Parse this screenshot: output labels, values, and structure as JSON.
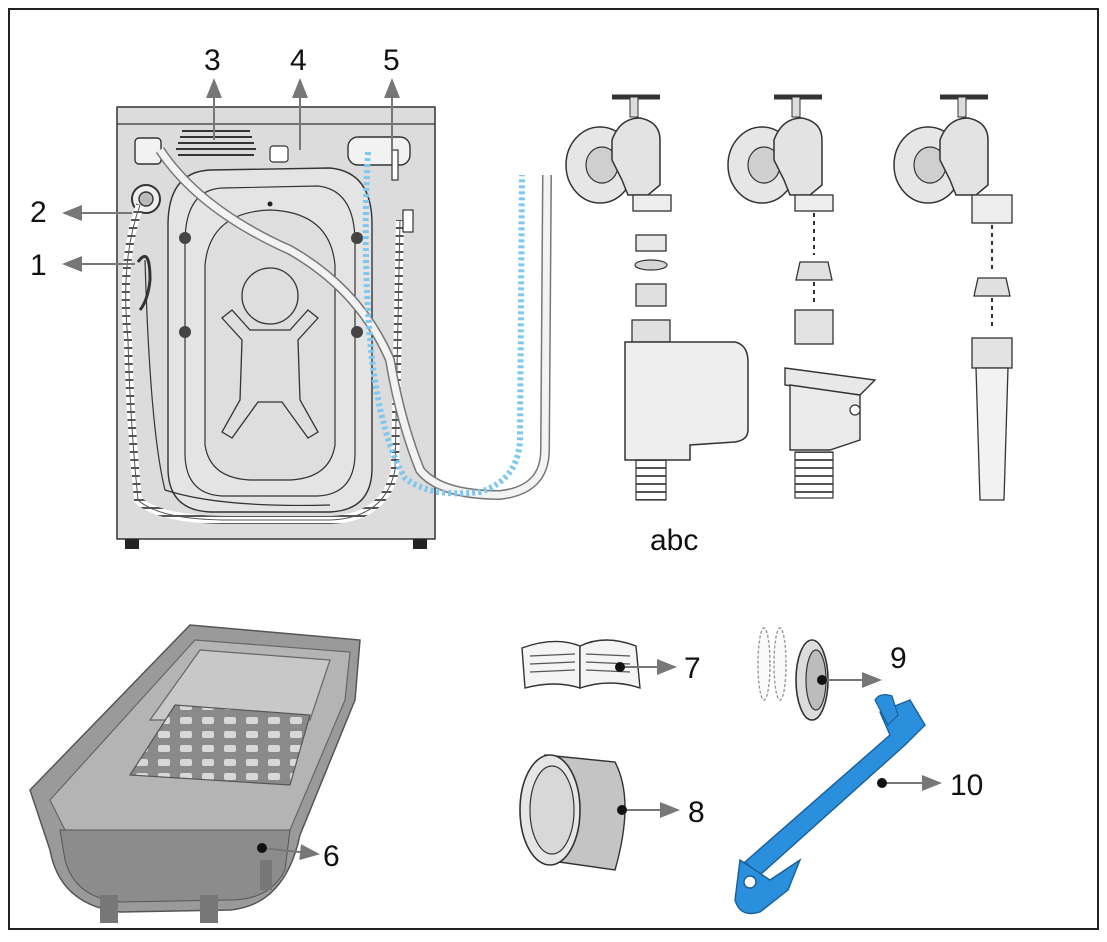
{
  "diagram": {
    "callouts": [
      {
        "id": "1",
        "label": "1"
      },
      {
        "id": "2",
        "label": "2"
      },
      {
        "id": "3",
        "label": "3"
      },
      {
        "id": "4",
        "label": "4"
      },
      {
        "id": "5",
        "label": "5"
      },
      {
        "id": "6",
        "label": "6"
      },
      {
        "id": "7",
        "label": "7"
      },
      {
        "id": "8",
        "label": "8"
      },
      {
        "id": "9",
        "label": "9"
      },
      {
        "id": "10",
        "label": "10"
      }
    ],
    "tap_variants_caption": "abc",
    "colors": {
      "outline": "#333333",
      "machine_panel": "#dcdcdc",
      "machine_panel_inner": "#e6e6e6",
      "tray_gray": "#9a9a9a",
      "tray_dark": "#6f6f6f",
      "wrench_blue": "#2a8fdc",
      "hose_blue": "#7ec8f0",
      "arrow_gray": "#777777"
    },
    "icons": [
      "washing-machine-back",
      "tap-with-adapter",
      "tap-with-connector",
      "tap-with-hose",
      "drip-tray",
      "instruction-booklet",
      "hose-cap",
      "rubber-washers",
      "spanner"
    ]
  }
}
